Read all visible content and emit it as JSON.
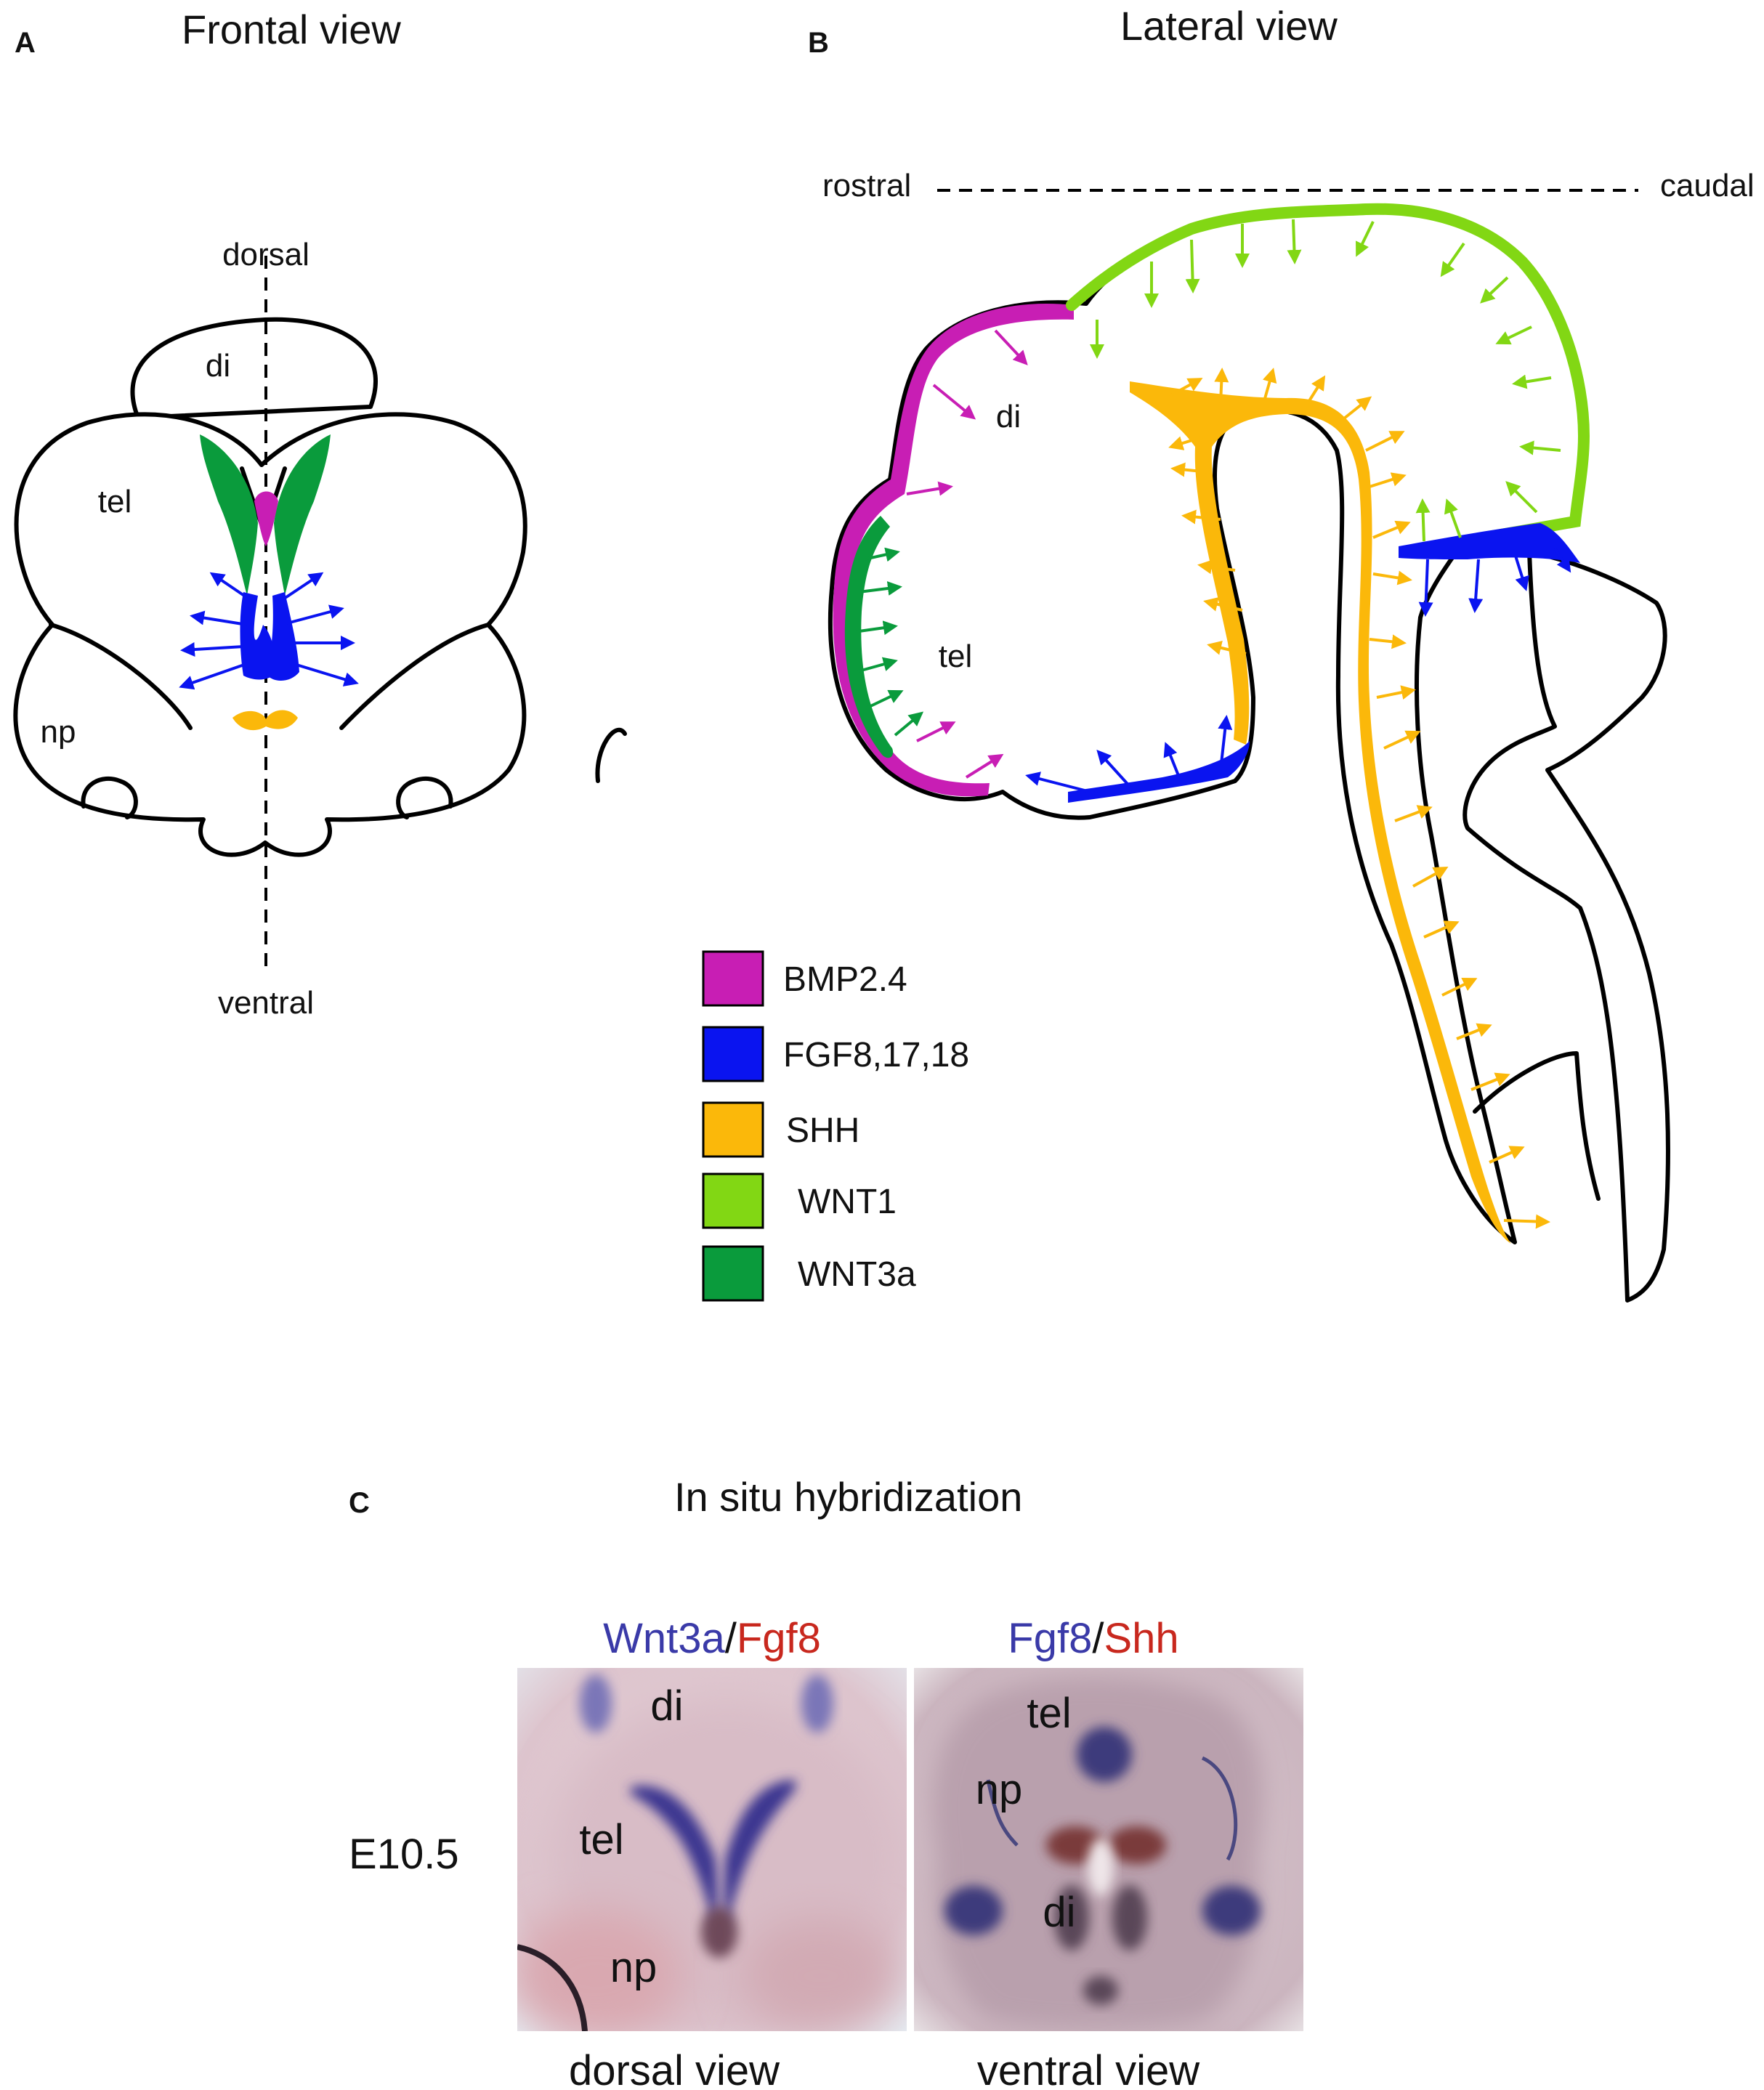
{
  "panels": {
    "a": {
      "letter": "A",
      "title": "Frontal view",
      "labels": {
        "dorsal": "dorsal",
        "ventral": "ventral",
        "di": "di",
        "tel": "tel",
        "np": "np"
      }
    },
    "b": {
      "letter": "B",
      "title": "Lateral view",
      "labels": {
        "rostral": "rostral",
        "caudal": "caudal",
        "di": "di",
        "tel": "tel"
      }
    },
    "c": {
      "letter": "C",
      "title": "In situ hybridization",
      "stage": "E10.5",
      "left": {
        "stain1": "Wnt3a",
        "sep": "/",
        "stain2": "Fgf8",
        "view": "dorsal view",
        "labels": {
          "di": "di",
          "tel": "tel",
          "np": "np"
        }
      },
      "right": {
        "stain1": "Fgf8",
        "sep": "/",
        "stain2": "Shh",
        "view": "ventral view",
        "labels": {
          "tel": "tel",
          "np": "np",
          "di": "di"
        }
      }
    }
  },
  "legend": [
    {
      "label": "BMP2.4",
      "color": "#c81eb4"
    },
    {
      "label": "FGF8,17,18",
      "color": "#0a14f0"
    },
    {
      "label": "SHH",
      "color": "#fbb80a"
    },
    {
      "label": "WNT1",
      "color": "#82d714"
    },
    {
      "label": "WNT3a",
      "color": "#0a9b3c"
    }
  ],
  "colors": {
    "bmp": "#c81eb4",
    "fgf": "#0a14f0",
    "shh": "#fbb80a",
    "wnt1": "#82d714",
    "wnt3a": "#0a9b3c",
    "stain_blue": "#3a3aa8",
    "stain_red": "#c8281e"
  }
}
